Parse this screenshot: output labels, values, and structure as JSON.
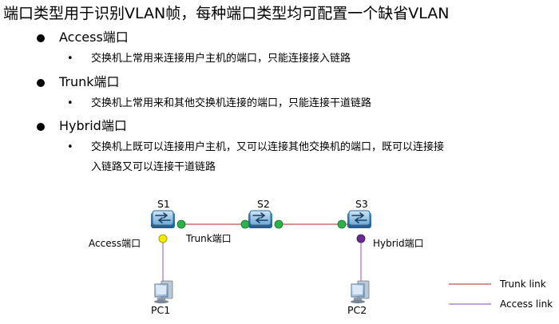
{
  "title": "端口类型用于识别VLAN帧，每种端口类型均可配置一个缺省VLAN",
  "port_types": [
    {
      "name": "Access端口",
      "desc": [
        "交换机上常用来连接用户主机的端口，只能连接接入链路"
      ]
    },
    {
      "name": "Trunk端口",
      "desc": [
        "交换机上常用来和其他交换机连接的端口，只能连接干道链路"
      ]
    },
    {
      "name": "Hybrid端口",
      "desc": [
        "交换机上既可以连接用户主机，又可以连接其他交换机的端口，既可以连接接",
        "入链路又可以连接干道链路"
      ]
    }
  ],
  "diagram": {
    "switches": [
      "S1",
      "S2",
      "S3"
    ],
    "pcs": [
      "PC1",
      "PC2"
    ],
    "port_labels": {
      "access": "Access端口",
      "trunk": "Trunk端口",
      "hybrid": "Hybrid端口"
    },
    "legend": {
      "trunk": "Trunk link",
      "access": "Access link"
    },
    "colors": {
      "trunk_link": "#c0504d",
      "access_link": "#9b6fc6",
      "trunk_port": "#2db24a",
      "access_port": "#f3e800",
      "hybrid_port": "#6a2a8e"
    }
  }
}
